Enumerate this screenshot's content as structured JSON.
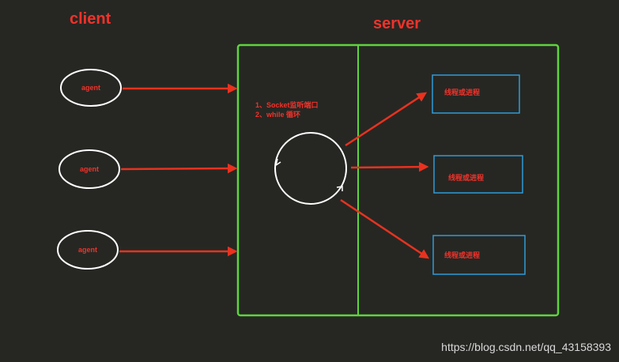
{
  "client_title": "client",
  "server_title": "server",
  "agents": [
    {
      "label": "agent"
    },
    {
      "label": "agent"
    },
    {
      "label": "agent"
    }
  ],
  "loop_notes": {
    "line1": "1、Socket监听端口",
    "line2": "2、while 循环"
  },
  "workers": [
    {
      "label": "线程或进程"
    },
    {
      "label": "线程或进程"
    },
    {
      "label": "线程或进程"
    }
  ],
  "watermark": "https://blog.csdn.net/qq_43158393",
  "colors": {
    "background": "#262723",
    "arrow": "#e8321f",
    "server_border": "#5fd43c",
    "worker_border": "#2f9bd8",
    "outline": "#ffffff"
  }
}
